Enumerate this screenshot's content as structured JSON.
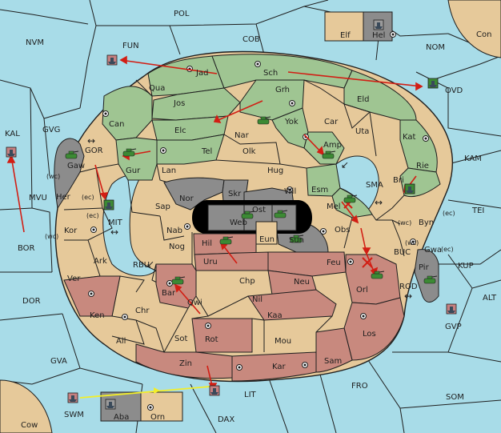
{
  "colors": {
    "sea": "#a8dce8",
    "land": "#e6c99a",
    "green": "#9fc592",
    "red": "#c8897e",
    "gray": "#8c8c8c",
    "border": "#1e1e1e",
    "order_arrow": "#d21e14",
    "convoy_arrow": "#f2ee2a",
    "unit_green": "#3c8a34",
    "unit_red": "#c68080"
  },
  "sea_labels": {
    "POL": "POL",
    "NVM": "NVM",
    "FUN": "FUN",
    "COB": "COB",
    "NOM": "NOM",
    "Con": "Con",
    "OVD": "OVD",
    "KAL": "KAL",
    "GVG": "GVG",
    "GOR": "GOR",
    "MVU": "MVU",
    "BOR": "BOR",
    "MIT": "MIT",
    "RBU": "RBU",
    "SMA": "SMA",
    "KAM": "KAM",
    "TEI": "TEI",
    "BUC": "BUC",
    "KUP": "KUP",
    "ROD": "ROD",
    "ALT": "ALT",
    "GVP": "GVP",
    "DOR": "DOR",
    "GVA": "GVA",
    "FRO": "FRO",
    "SOM": "SOM",
    "LIT": "LIT",
    "SWM": "SWM",
    "DAX": "DAX",
    "Cow": "Cow"
  },
  "land_labels": {
    "Jad": "Jad",
    "Sch": "Sch",
    "Qua": "Qua",
    "Jos": "Jos",
    "Grh": "Grh",
    "Eld": "Eld",
    "Can": "Can",
    "Elc": "Elc",
    "Yok": "Yok",
    "Car": "Car",
    "Uta": "Uta",
    "Kat": "Kat",
    "Nar": "Nar",
    "Amp": "Amp",
    "Gaw": "Gaw",
    "Tel": "Tel",
    "Olk": "Olk",
    "Rie": "Rie",
    "Gur": "Gur",
    "Lan": "Lan",
    "Hug": "Hug",
    "Bri": "Bri",
    "Her": "Her",
    "Nor": "Nor",
    "Skr": "Skr",
    "Wil": "Wil",
    "Esm": "Esm",
    "Sap": "Sap",
    "Ost": "Ost",
    "Mel": "Mel",
    "Byn": "Byn",
    "Kor": "Kor",
    "Web": "Web",
    "Nab": "Nab",
    "Eun": "Eun",
    "Sun": "Sun",
    "Obs": "Obs",
    "Gwa": "Gwa",
    "Hil": "Hil",
    "Nog": "Nog",
    "Ark": "Ark",
    "Uru": "Uru",
    "Feu": "Feu",
    "Pir": "Pir",
    "Orl": "Orl",
    "Chp": "Chp",
    "Ver": "Ver",
    "Bar": "Bar",
    "Neu": "Neu",
    "Qwi": "Qwi",
    "Nil": "Nil",
    "Ken": "Ken",
    "Chr": "Chr",
    "Kaa": "Kaa",
    "Los": "Los",
    "Ail": "Ail",
    "Sot": "Sot",
    "Rot": "Rot",
    "Mou": "Mou",
    "Sam": "Sam",
    "Zin": "Zin",
    "Kar": "Kar",
    "Elf": "Elf",
    "Hel": "Hel",
    "Aba": "Aba",
    "Orn": "Orn"
  },
  "coast_marks": {
    "wc": "(wc)",
    "ec": "(ec)"
  },
  "units": [
    {
      "type": "army",
      "owner": "green",
      "territory": "Grh"
    },
    {
      "type": "army",
      "owner": "green",
      "territory": "Gaw"
    },
    {
      "type": "army",
      "owner": "green",
      "territory": "Gur"
    },
    {
      "type": "army",
      "owner": "green",
      "territory": "Amp"
    },
    {
      "type": "army",
      "owner": "green",
      "territory": "Mel"
    },
    {
      "type": "army",
      "owner": "green",
      "territory": "Ost"
    },
    {
      "type": "army",
      "owner": "green",
      "territory": "Web"
    },
    {
      "type": "army",
      "owner": "green",
      "territory": "Sun"
    },
    {
      "type": "army",
      "owner": "green",
      "territory": "Hil"
    },
    {
      "type": "army",
      "owner": "green",
      "territory": "Orl"
    },
    {
      "type": "army",
      "owner": "green",
      "territory": "Bar"
    },
    {
      "type": "army",
      "owner": "green",
      "territory": "Pir"
    },
    {
      "type": "fleet",
      "owner": "red",
      "territory": "FUN"
    },
    {
      "type": "fleet",
      "owner": "red",
      "territory": "KAL"
    },
    {
      "type": "fleet",
      "owner": "green",
      "territory": "Her"
    },
    {
      "type": "fleet",
      "owner": "green",
      "territory": "Bri"
    },
    {
      "type": "fleet",
      "owner": "green",
      "territory": "OVD"
    },
    {
      "type": "fleet",
      "owner": "red",
      "territory": "GVP"
    },
    {
      "type": "fleet",
      "owner": "red",
      "territory": "SWM"
    },
    {
      "type": "fleet",
      "owner": "red",
      "territory": "LIT"
    },
    {
      "type": "fleet",
      "owner": "gray",
      "territory": "Hel"
    },
    {
      "type": "fleet",
      "owner": "gray",
      "territory": "Aba"
    }
  ]
}
